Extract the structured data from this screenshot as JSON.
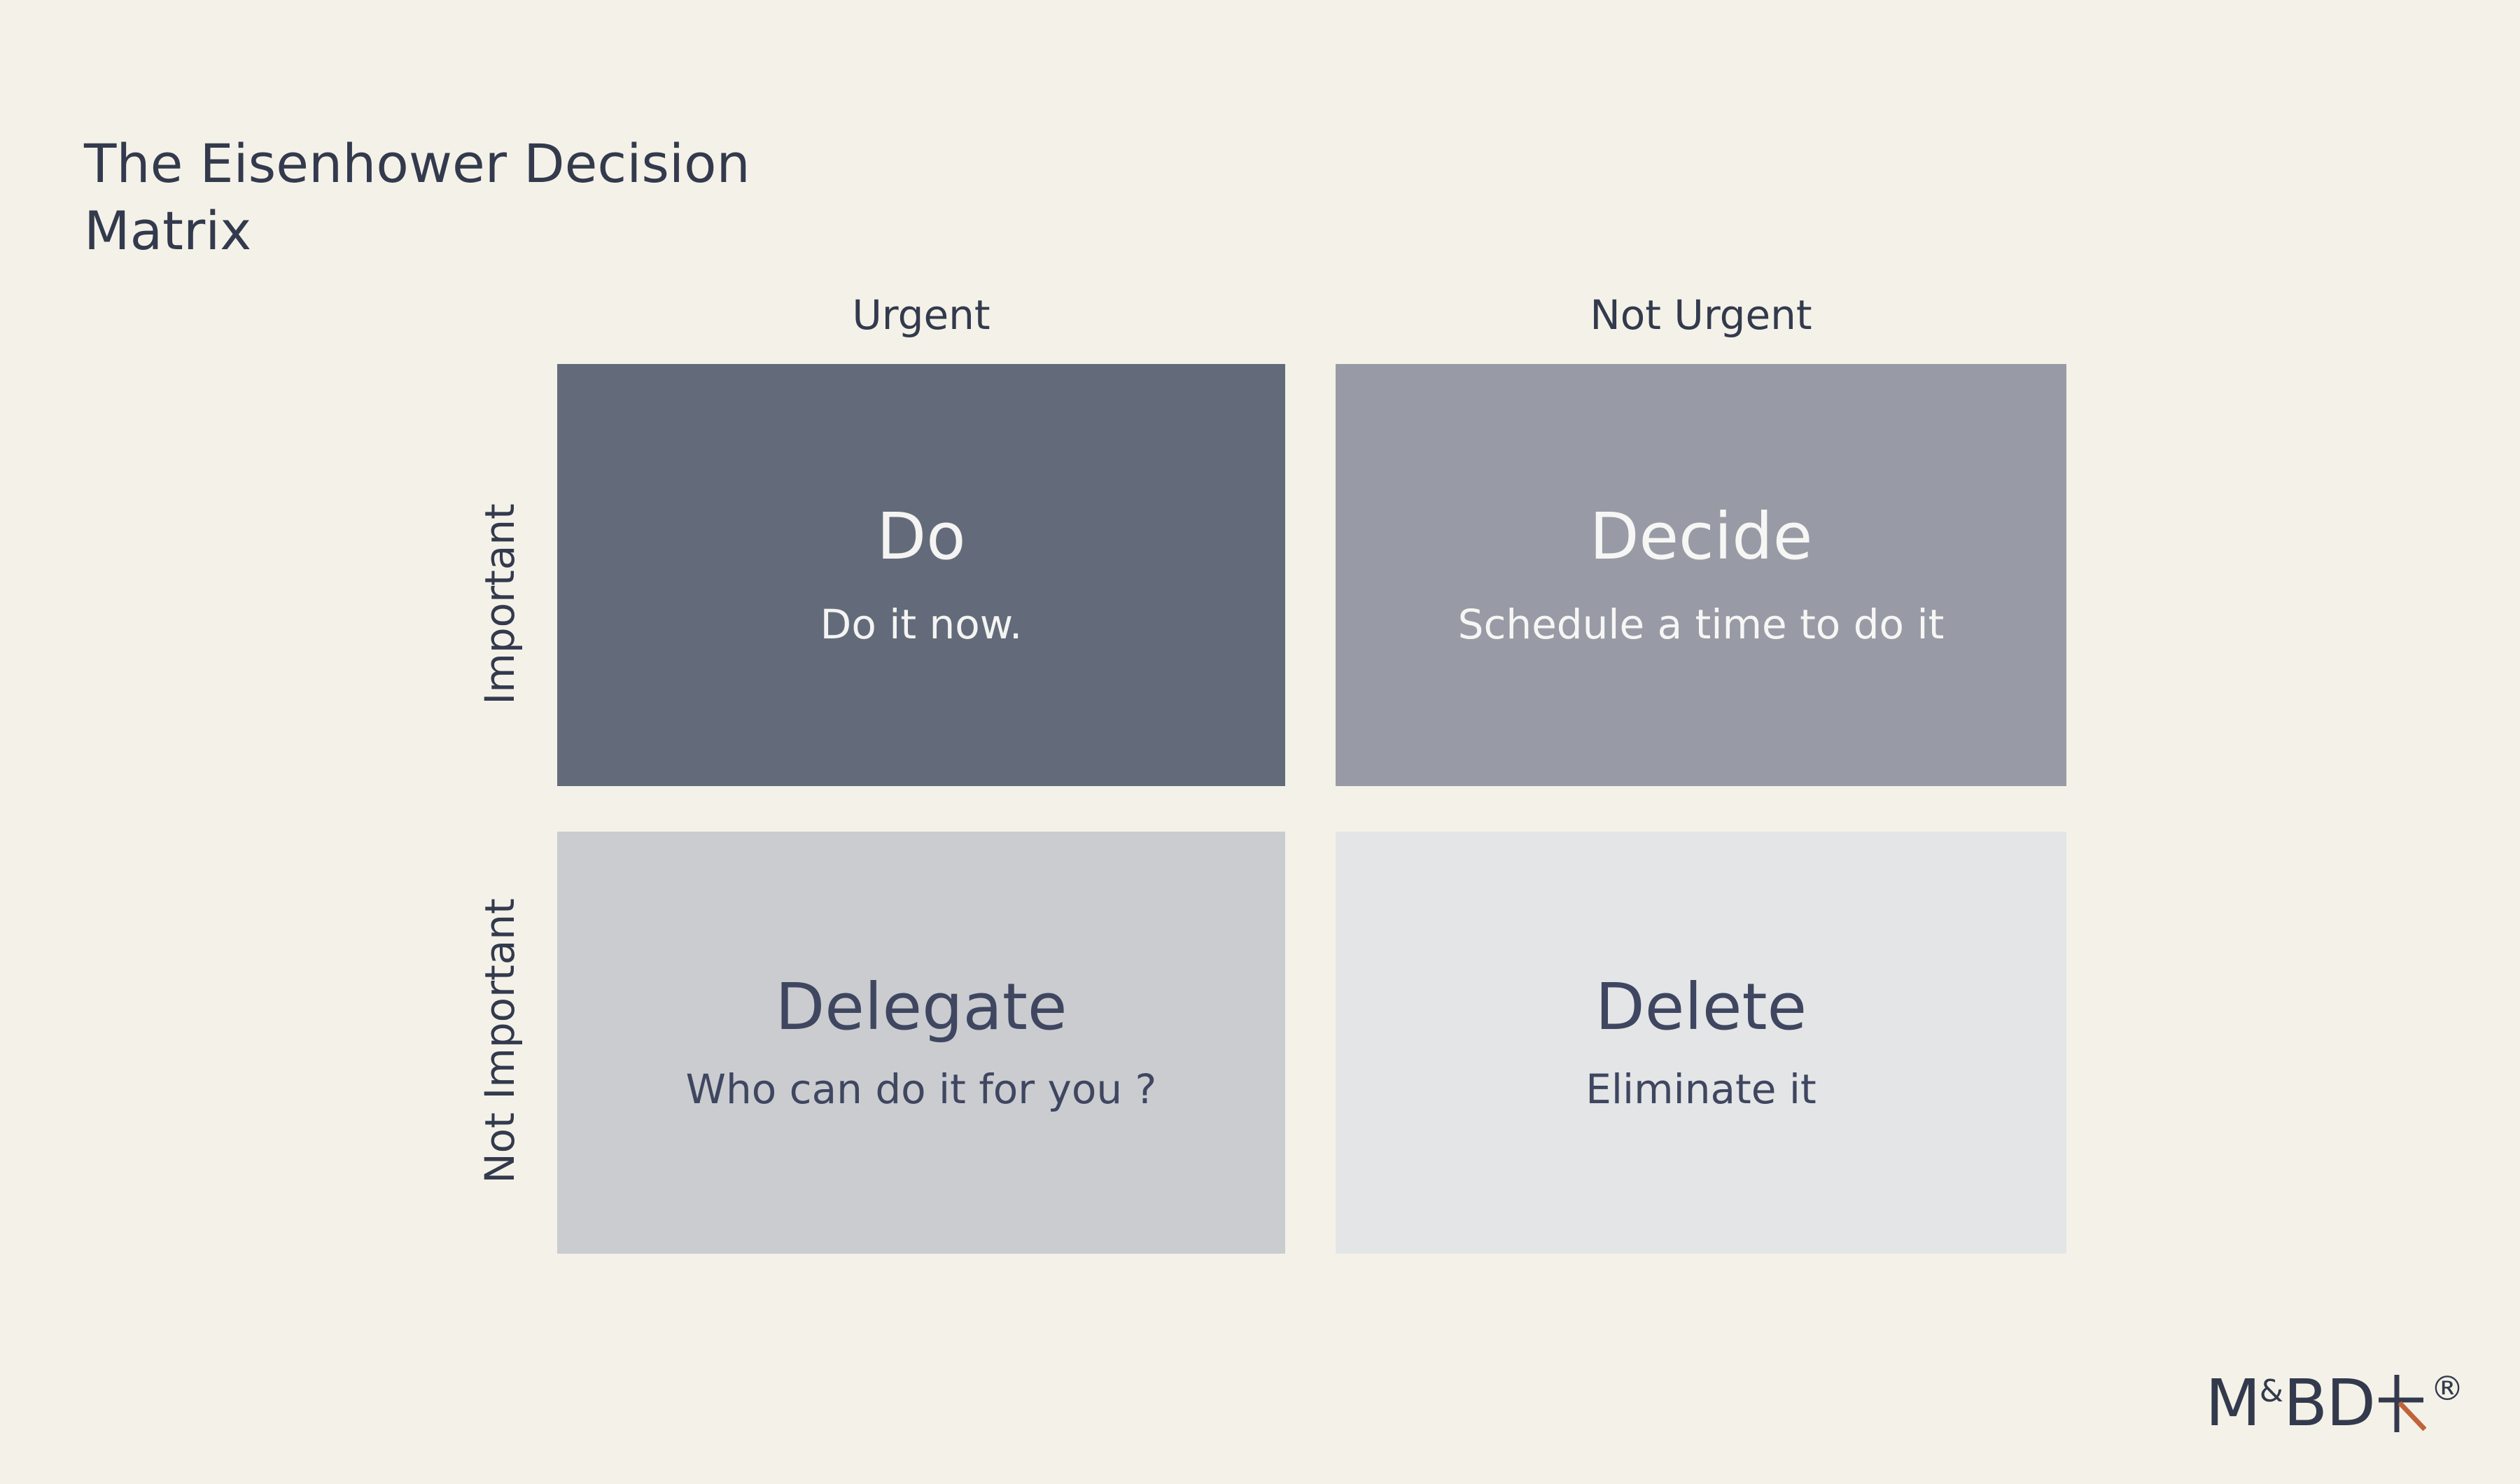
{
  "title": "The Eisenhower Decision\nMatrix",
  "columns": {
    "urgent": "Urgent",
    "not_urgent": "Not Urgent"
  },
  "rows": {
    "important": "Important",
    "not_important": "Not Important"
  },
  "quadrants": {
    "do": {
      "title": "Do",
      "subtitle": "Do it now."
    },
    "decide": {
      "title": "Decide",
      "subtitle": "Schedule a time to do it"
    },
    "delegate": {
      "title": "Delegate",
      "subtitle": "Who can do it for you ?"
    },
    "delete": {
      "title": "Delete",
      "subtitle": "Eliminate it"
    }
  },
  "logo": {
    "m": "M",
    "amp": "&",
    "bd": "BD",
    "reg": "®"
  },
  "colors": {
    "background": "#f4f2e8",
    "text": "#333a4d",
    "do": "#636b7b",
    "decide": "#989ba6",
    "delegate": "#cbccd0",
    "delete": "#e4e5e6",
    "logo_accent": "#c0623a"
  }
}
